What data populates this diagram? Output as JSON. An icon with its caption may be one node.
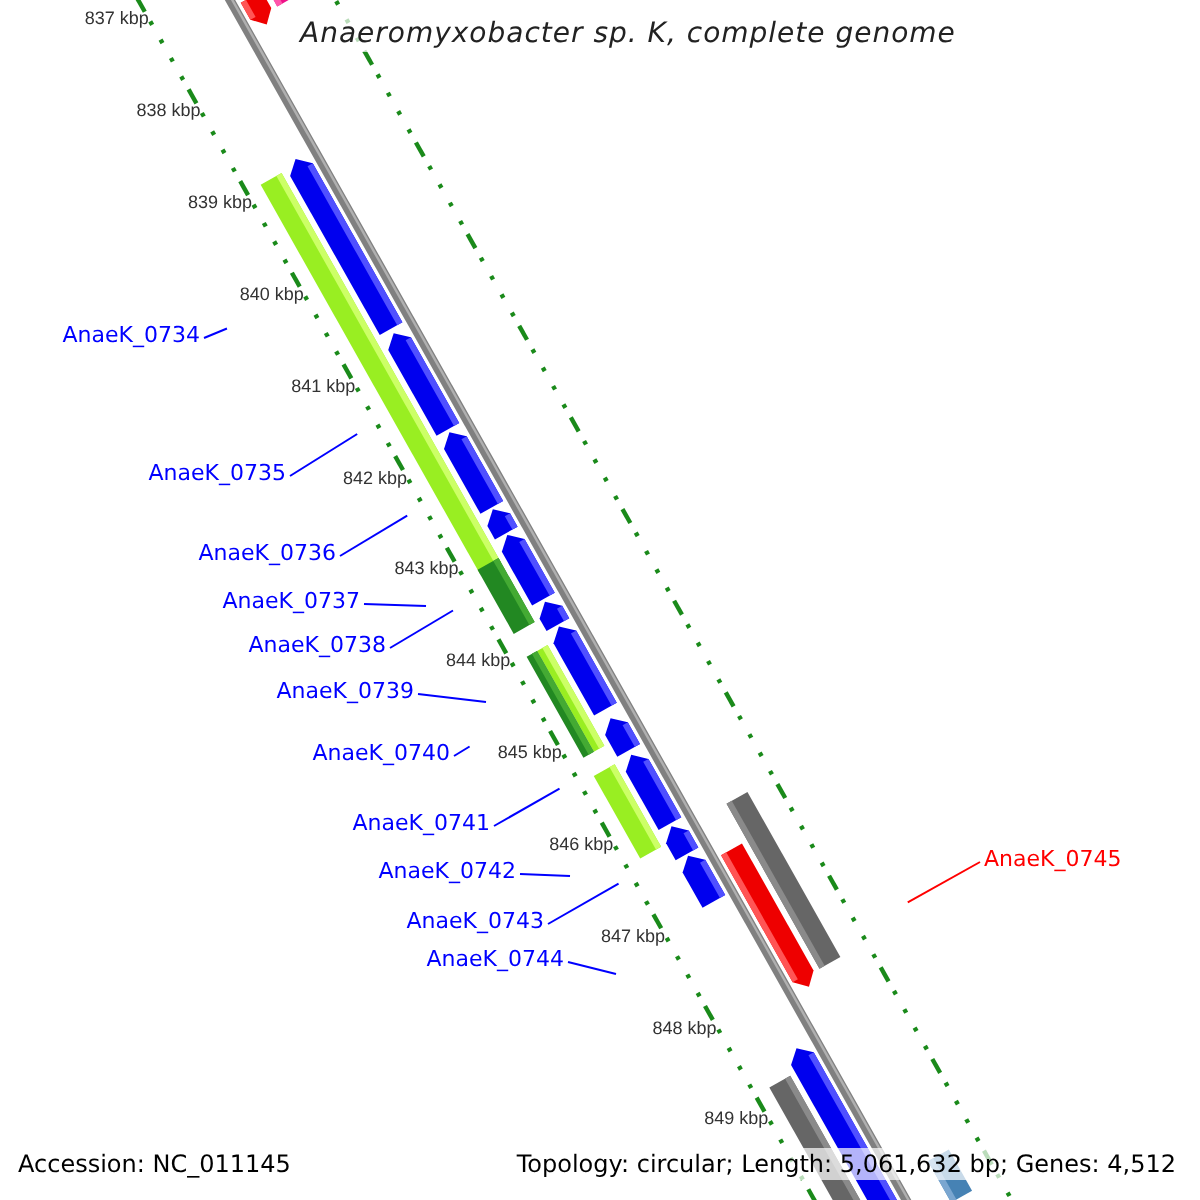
{
  "diagram": {
    "title": "Anaeromyxobacter sp. K, complete genome",
    "nodes": [
      {
        "text": [
          "AnaeK_0734"
        ]
      },
      {
        "text": [
          "AnaeK_0735"
        ]
      },
      {
        "text": [
          "AnaeK_0736"
        ]
      },
      {
        "text": [
          "AnaeK_0737"
        ]
      },
      {
        "text": [
          "AnaeK_0738"
        ]
      },
      {
        "text": [
          "AnaeK_0739"
        ]
      },
      {
        "text": [
          "AnaeK_0740"
        ]
      },
      {
        "text": [
          "AnaeK_0741"
        ]
      },
      {
        "text": [
          "AnaeK_0742"
        ]
      },
      {
        "text": [
          "AnaeK_0743"
        ]
      },
      {
        "text": [
          "AnaeK_0744"
        ]
      },
      {
        "text": [
          "AnaeK_0745"
        ]
      }
    ],
    "edges": [
      {
        "from": 0,
        "to": null,
        "arrow": "none"
      },
      {
        "from": 1,
        "to": null,
        "arrow": "none"
      },
      {
        "from": 2,
        "to": null,
        "arrow": "none"
      },
      {
        "from": 3,
        "to": null,
        "arrow": "none"
      },
      {
        "from": 4,
        "to": null,
        "arrow": "none"
      },
      {
        "from": 5,
        "to": null,
        "arrow": "none"
      },
      {
        "from": 6,
        "to": null,
        "arrow": "none"
      },
      {
        "from": 7,
        "to": null,
        "arrow": "none"
      },
      {
        "from": 8,
        "to": null,
        "arrow": "none"
      },
      {
        "from": 9,
        "to": null,
        "arrow": "none"
      },
      {
        "from": 10,
        "to": null,
        "arrow": "none"
      },
      {
        "from": 11,
        "to": null,
        "arrow": "none",
        "color": "#ff0000"
      }
    ],
    "labels": [
      "837 kbp",
      "838 kbp",
      "839 kbp",
      "840 kbp",
      "841 kbp",
      "842 kbp",
      "843 kbp",
      "844 kbp",
      "845 kbp",
      "846 kbp",
      "847 kbp",
      "848 kbp",
      "849 kbp",
      "Accession: NC_011145",
      "Topology: circular; Length: 5,061,632 bp; Genes: 4,512"
    ]
  }
}
